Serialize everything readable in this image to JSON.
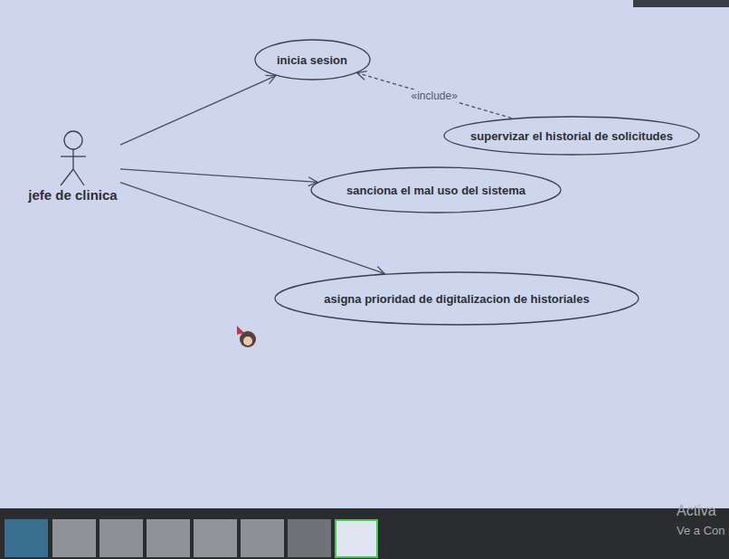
{
  "diagram": {
    "nodes": [
      {
        "text": [
          "jefe de clinica"
        ]
      },
      {
        "text": [
          "inicia sesion"
        ]
      },
      {
        "text": [
          "supervizar el historial de solicitudes"
        ]
      },
      {
        "text": [
          "sanciona el mal uso del sistema"
        ]
      },
      {
        "text": [
          "asigna prioridad de digitalizacion de historiales"
        ]
      }
    ],
    "edges": [
      {
        "from": 0,
        "to": 1,
        "arrow": "to"
      },
      {
        "from": 2,
        "to": 1,
        "label": "«include»",
        "arrow": "to"
      },
      {
        "from": 0,
        "to": 3,
        "arrow": "to"
      },
      {
        "from": 0,
        "to": 4,
        "arrow": "to"
      }
    ],
    "labels": [
      "Activa",
      "Ve a Con"
    ]
  }
}
